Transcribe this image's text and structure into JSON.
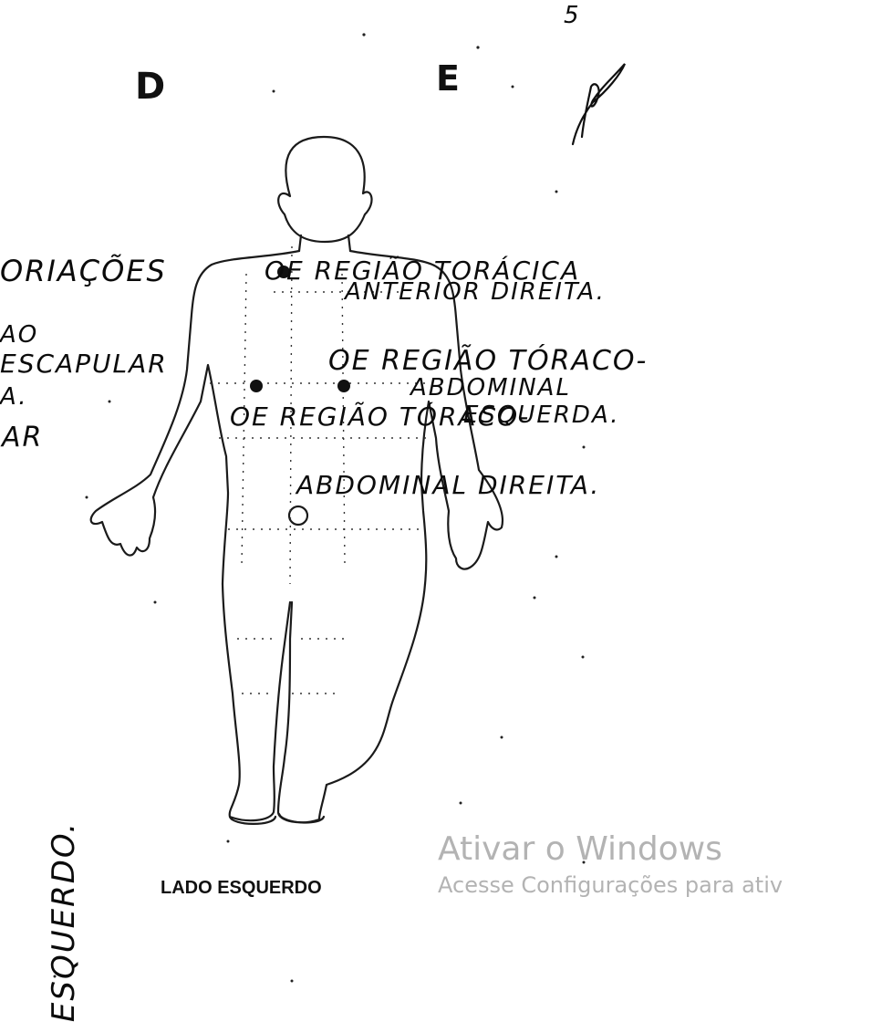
{
  "side_markers": {
    "right": "D",
    "left": "E"
  },
  "annotations": {
    "left_fragment_1": "ORIAÇÕES",
    "left_fragment_2": "AO",
    "left_fragment_3": "ESCAPULAR",
    "left_fragment_4": "A.",
    "left_fragment_5": "AR",
    "wound_1": "OE REGIÃO TORÁCICA",
    "wound_1_line2": "ANTERIOR DIREITA.",
    "wound_2": "OE REGIÃO TÓRACO-",
    "wound_2_line2": "ABDOMINAL",
    "wound_2_line3": "ESQUERDA.",
    "wound_3": "OE REGIÃO TÓRACO-",
    "wound_3_line2": "ABDOMINAL DIREITA.",
    "top_mark": "5",
    "side_vertical": "ESQUERDO."
  },
  "caption": "LADO ESQUERDO",
  "watermark": {
    "title": "Ativar o Windows",
    "subtitle": "Acesse Configurações para ativ"
  }
}
